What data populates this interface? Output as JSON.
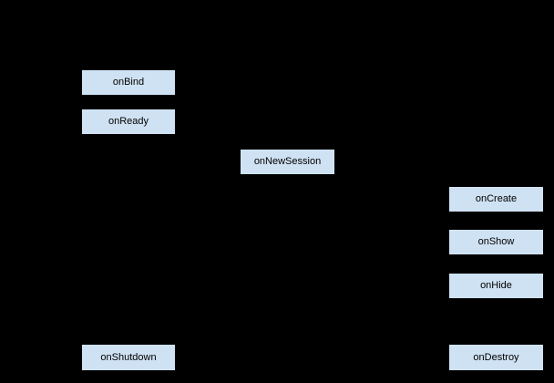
{
  "diagram": {
    "type": "lifecycle-flow-diagram",
    "background_color": "#000000",
    "node_fill_color": "#cfe2f3",
    "node_border_color": "#000000",
    "node_text_color": "#000000",
    "nodes": [
      {
        "id": "onBind",
        "label": "onBind"
      },
      {
        "id": "onReady",
        "label": "onReady"
      },
      {
        "id": "onNewSession",
        "label": "onNewSession"
      },
      {
        "id": "onCreate",
        "label": "onCreate"
      },
      {
        "id": "onShow",
        "label": "onShow"
      },
      {
        "id": "onHide",
        "label": "onHide"
      },
      {
        "id": "onShutdown",
        "label": "onShutdown"
      },
      {
        "id": "onDestroy",
        "label": "onDestroy"
      }
    ]
  }
}
